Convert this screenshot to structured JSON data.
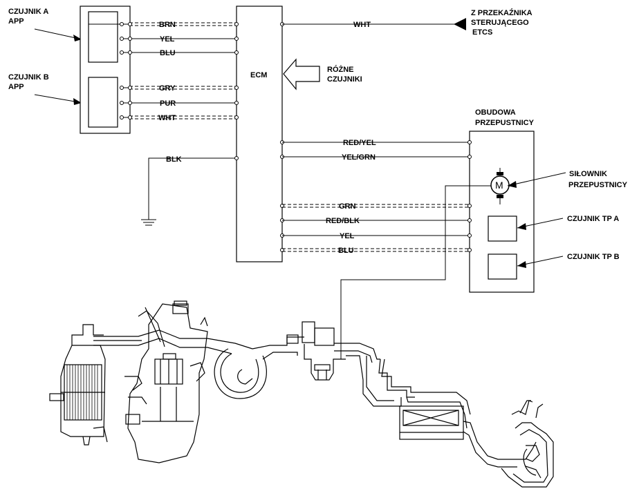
{
  "labels": {
    "sensor_a": [
      "CZUJNIK A",
      "APP"
    ],
    "sensor_b": [
      "CZUJNIK B",
      "APP"
    ],
    "ecm": "ECM",
    "relay": [
      "Z PRZEKAŹNIKA",
      "STERUJĄCEGO",
      "ETCS"
    ],
    "various_sensors": [
      "RÓŻNE",
      "CZUJNIKI"
    ],
    "throttle_body": [
      "OBUDOWA",
      "PRZEPUSTNICY"
    ],
    "throttle_actuator": [
      "SIŁOWNIK",
      "PRZEPUSTNICY"
    ],
    "tp_sensor_a": "CZUJNIK TP A",
    "tp_sensor_b": "CZUJNIK TP B",
    "motor_symbol": "M"
  },
  "wires": {
    "app_a": [
      "BRN",
      "YEL",
      "BLU"
    ],
    "app_b": [
      "GRY",
      "PUR",
      "WHT"
    ],
    "ground": "BLK",
    "relay": "WHT",
    "throttle": [
      "RED/YEL",
      "YEL/GRN",
      "GRN",
      "RED/BLK",
      "YEL",
      "BLU"
    ]
  }
}
